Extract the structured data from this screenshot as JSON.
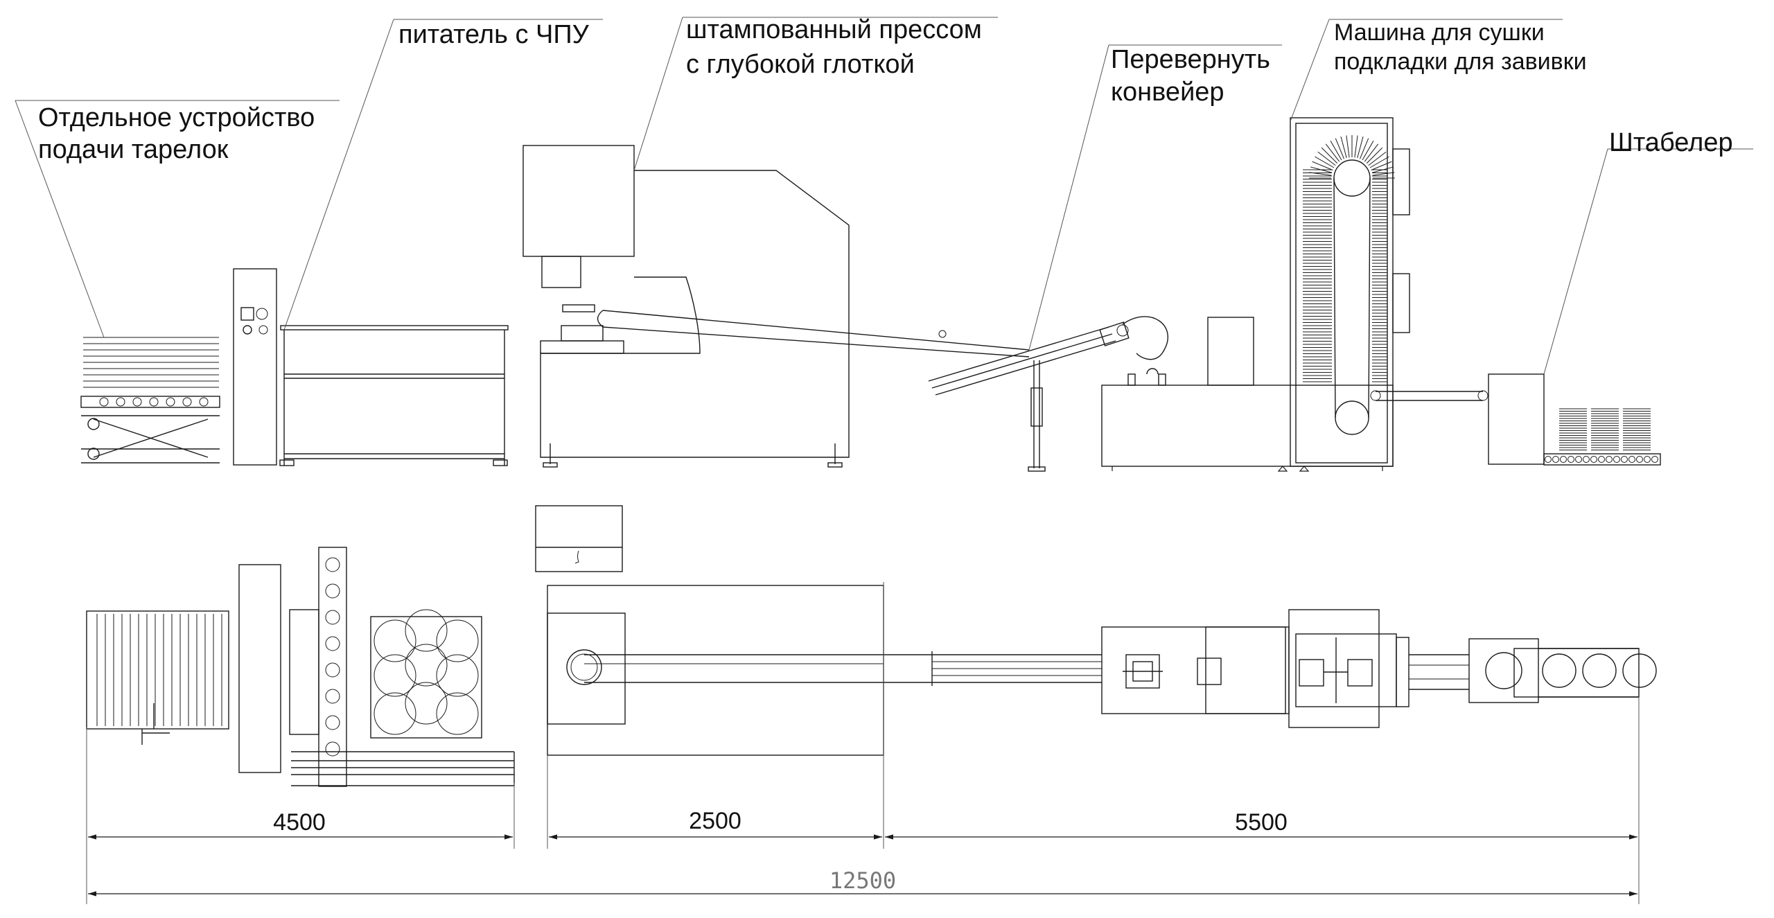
{
  "labels": {
    "plate_feeder": [
      "Отдельное устройство",
      "подачи тарелок"
    ],
    "cnc_feeder": [
      "питатель с ЧПУ"
    ],
    "press": [
      "штампованный прессом",
      "с глубокой глоткой"
    ],
    "flip_conveyor": [
      "Перевернуть",
      "конвейер"
    ],
    "dryer": [
      "Машина для сушки",
      "подкладки для завивки"
    ],
    "stacker": [
      "Штабелер"
    ]
  },
  "dimensions": {
    "segment_1": "4500",
    "segment_2": "2500",
    "segment_3": "5500",
    "total": "12500"
  }
}
